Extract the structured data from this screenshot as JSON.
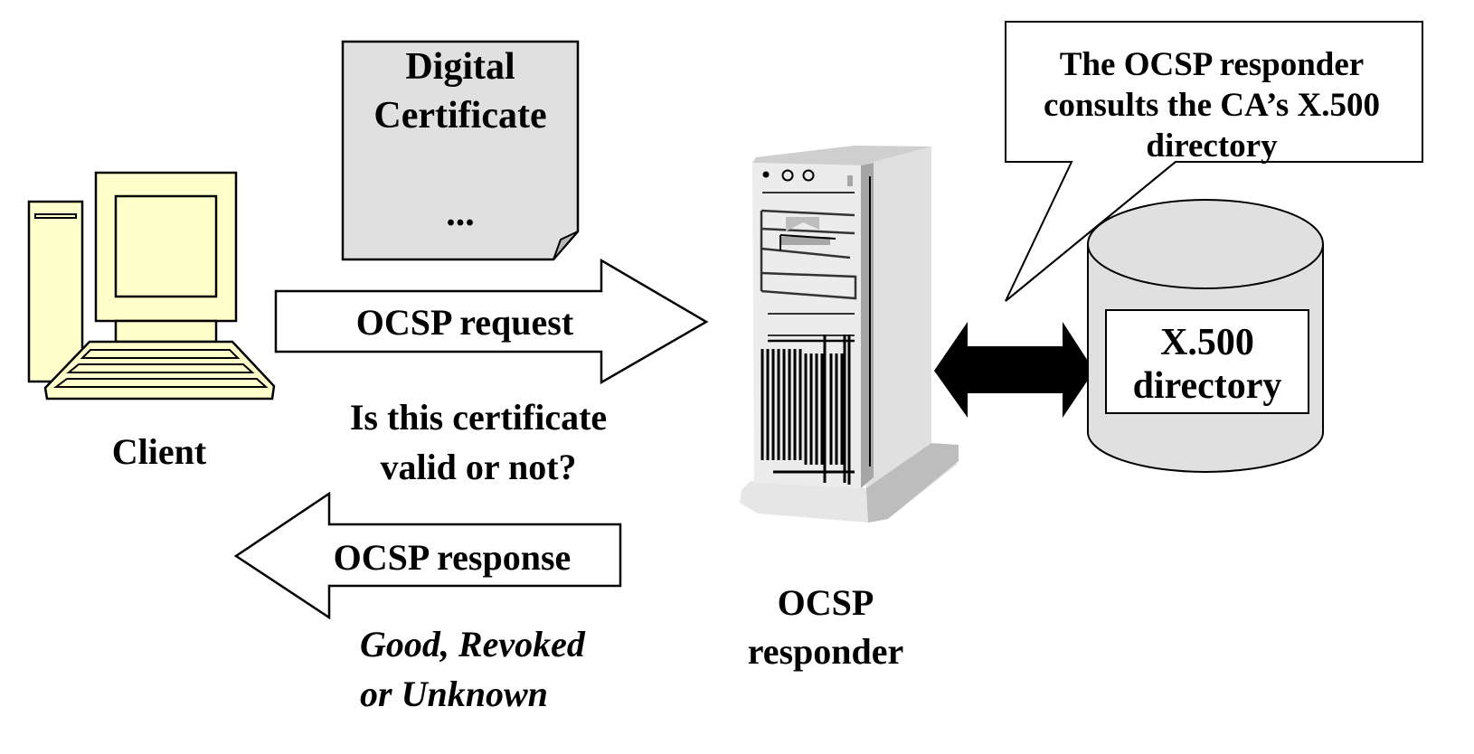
{
  "diagram": {
    "client": {
      "label": "Client"
    },
    "certificate": {
      "lines": [
        "Digital",
        "Certificate"
      ],
      "ellipsis": "..."
    },
    "request_arrow": {
      "label": "OCSP request"
    },
    "question": {
      "lines": [
        "Is this certificate",
        "valid or not?"
      ]
    },
    "response_arrow": {
      "label": "OCSP response"
    },
    "response_values": {
      "lines": [
        "Good, Revoked",
        "or Unknown"
      ]
    },
    "responder": {
      "lines": [
        "OCSP",
        "responder"
      ]
    },
    "callout": {
      "lines": [
        "The OCSP responder",
        "consults the CA’s X.500",
        "directory"
      ]
    },
    "directory": {
      "lines": [
        "X.500",
        "directory"
      ]
    },
    "colors": {
      "computer_fill": "#ffffcc",
      "certificate_fill": "#e0e0e0",
      "server_front": "#ececec",
      "server_side": "#e0e0e0",
      "server_shadow": "#a6a6a6",
      "cylinder_fill": "#e0e0e0",
      "stroke": "#000000"
    }
  }
}
